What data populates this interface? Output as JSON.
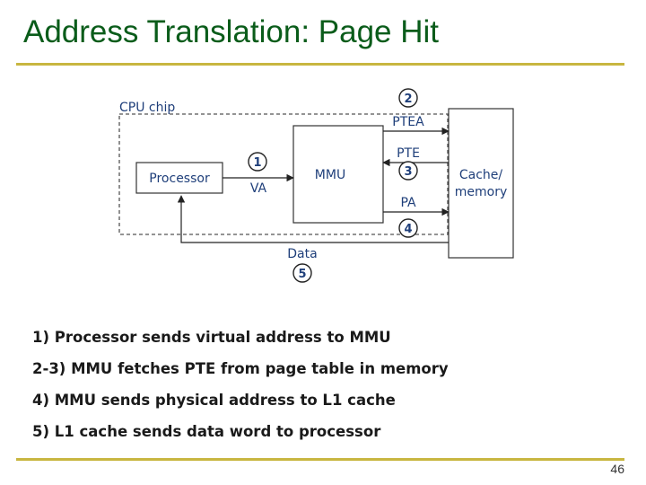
{
  "title": "Address Translation: Page Hit",
  "diagram": {
    "cpu_chip_label": "CPU chip",
    "processor_label": "Processor",
    "mmu_label": "MMU",
    "cache_label_line1": "Cache/",
    "cache_label_line2": "memory",
    "signals": {
      "va": "VA",
      "ptea": "PTEA",
      "pte": "PTE",
      "pa": "PA",
      "data": "Data"
    },
    "step_markers": [
      "1",
      "2",
      "3",
      "4",
      "5"
    ]
  },
  "steps": [
    "1) Processor sends virtual address to MMU",
    "2-3) MMU fetches PTE from page table in memory",
    "4) MMU sends physical address to L1 cache",
    "5) L1 cache sends data word to processor"
  ],
  "page_number": "46"
}
